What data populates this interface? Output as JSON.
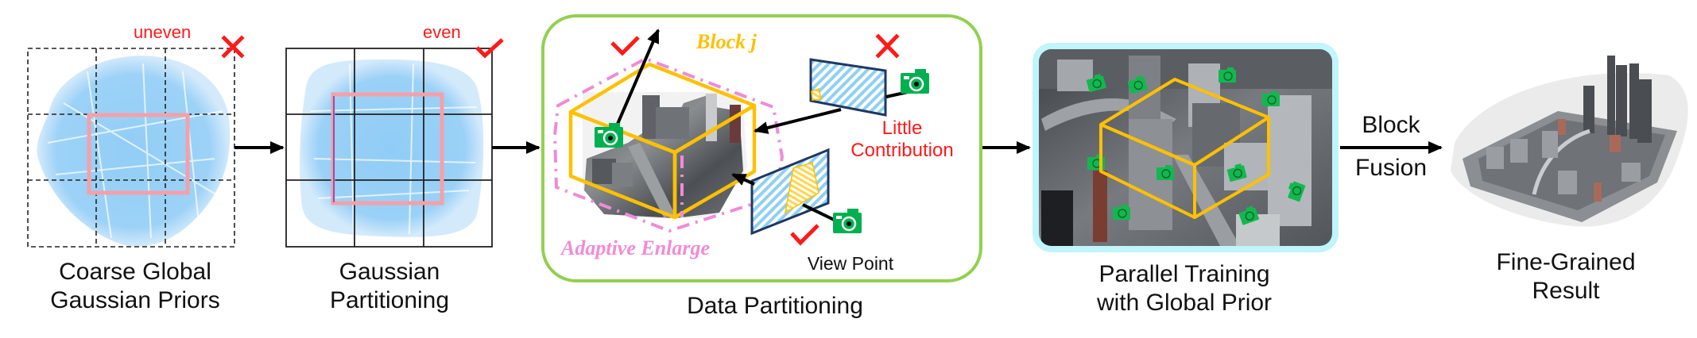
{
  "stages": [
    {
      "id": "coarse",
      "caption_lines": [
        "Coarse Global",
        "Gaussian Priors"
      ],
      "annotation": "uneven",
      "mark": "cross"
    },
    {
      "id": "gaussian-partitioning",
      "caption_lines": [
        "Gaussian",
        "Partitioning"
      ],
      "annotation": "even",
      "mark": "check"
    },
    {
      "id": "data-partitioning",
      "caption": "Data Partitioning",
      "block_label": "Block j",
      "enlarge_label": "Adaptive Enlarge",
      "little_contribution": [
        "Little",
        "Contribution"
      ],
      "view_point": "View Point"
    },
    {
      "id": "parallel-training",
      "caption_lines": [
        "Parallel Training",
        "with Global Prior"
      ]
    },
    {
      "id": "result",
      "caption_lines": [
        "Fine-Grained",
        "Result"
      ]
    }
  ],
  "fusion_label": [
    "Block",
    "Fusion"
  ],
  "colors": {
    "points": "#86c8f5",
    "pink_box": "#f4a0a8",
    "mark_red": "#ff1a1a",
    "green_frame": "#92d050",
    "block_yellow": "#ffc000",
    "enlarge_pink": "#f08bd8",
    "camera_green": "#00b050",
    "cyan_frame": "#bff5fb",
    "hatch_blue": "#8fd0f2",
    "plane_border": "#1f3864"
  }
}
